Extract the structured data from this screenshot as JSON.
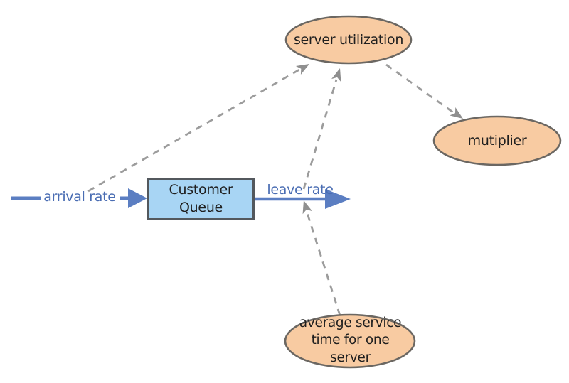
{
  "diagram": {
    "type": "system-dynamics-stock-and-flow",
    "nodes": {
      "server_utilization": {
        "label": "server utilization",
        "shape": "ellipse"
      },
      "multiplier": {
        "label": "mutiplier",
        "shape": "ellipse"
      },
      "average_service_time": {
        "label": "average service\ntime for one\nserver",
        "shape": "ellipse"
      },
      "customer_queue": {
        "label": "Customer\nQueue",
        "shape": "rectangle"
      }
    },
    "flows": {
      "arrival_rate": {
        "label": "arrival rate",
        "direction": "into customer_queue"
      },
      "leave_rate": {
        "label": "leave rate",
        "direction": "out of customer_queue"
      }
    },
    "connectors": [
      {
        "from": "arrival rate",
        "to": "server utilization",
        "style": "dashed-arrow"
      },
      {
        "from": "leave rate",
        "to": "server utilization",
        "style": "dashed-arrow"
      },
      {
        "from": "server utilization",
        "to": "mutiplier",
        "style": "dashed-arrow"
      },
      {
        "from": "average service time for one server",
        "to": "leave rate",
        "style": "dashed-arrow"
      }
    ]
  },
  "colors": {
    "canvas_bg": "#ffffff",
    "node_fill": "#f8cba2",
    "node_stroke": "#6b6762",
    "node_text": "#1f1f1f",
    "stock_fill": "#a8d5f4",
    "stock_stroke": "#53585d",
    "connector": "#9c9c9c",
    "connector_head": "#8f8f8f",
    "flow": "#5b7ec2",
    "flow_label": "#4a6db3"
  }
}
